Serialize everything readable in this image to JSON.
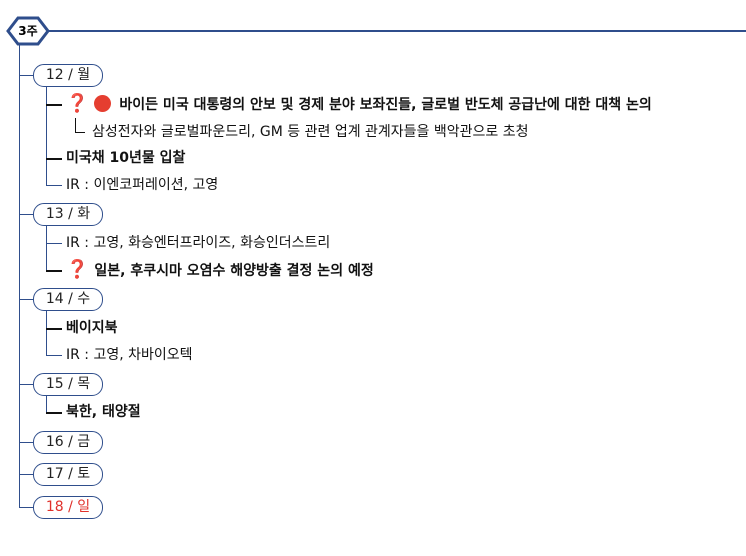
{
  "week": {
    "label": "3주"
  },
  "colors": {
    "line": "#2f4e8c",
    "alert": "#e53e30",
    "sunday": "#e0302a"
  },
  "days": {
    "mon": {
      "label": "12 / 월",
      "items": {
        "biden": {
          "text": "바이든 미국 대통령의 안보 및 경제 분야 보좌진들, 글로벌 반도체 공급난에 대한 대책 논의",
          "icons": [
            "question-icon",
            "red-dot-icon"
          ]
        },
        "biden_sub": {
          "text": "삼성전자와 글로벌파운드리, GM 등 관련 업계 관계자들을 백악관으로 초청"
        },
        "treasury": {
          "text": "미국채 10년물 입찰"
        },
        "ir": {
          "text": "IR : 이엔코퍼레이션, 고영"
        }
      }
    },
    "tue": {
      "label": "13 / 화",
      "items": {
        "ir": {
          "text": "IR : 고영, 화승엔터프라이즈, 화승인더스트리"
        },
        "japan": {
          "text": "일본, 후쿠시마 오염수 해양방출 결정 논의 예정",
          "icons": [
            "question-icon"
          ]
        }
      }
    },
    "wed": {
      "label": "14 / 수",
      "items": {
        "beige": {
          "text": "베이지북"
        },
        "ir": {
          "text": "IR : 고영, 차바이오텍"
        }
      }
    },
    "thu": {
      "label": "15 / 목",
      "items": {
        "holiday": {
          "text": "북한, 태양절"
        }
      }
    },
    "fri": {
      "label": "16 / 금"
    },
    "sat": {
      "label": "17 / 토"
    },
    "sun": {
      "label": "18 / 일"
    }
  }
}
